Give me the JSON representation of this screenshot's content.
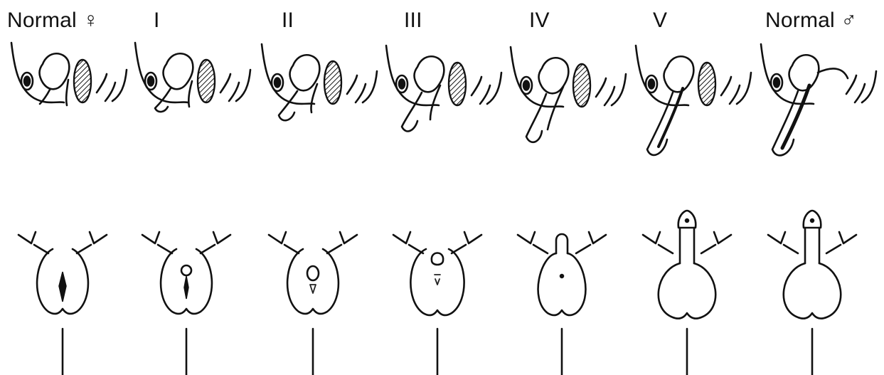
{
  "figure": {
    "stages": [
      {
        "label": "Normal ♀"
      },
      {
        "label": "I"
      },
      {
        "label": "II"
      },
      {
        "label": "III"
      },
      {
        "label": "IV"
      },
      {
        "label": "V"
      },
      {
        "label": "Normal ♂"
      }
    ]
  }
}
